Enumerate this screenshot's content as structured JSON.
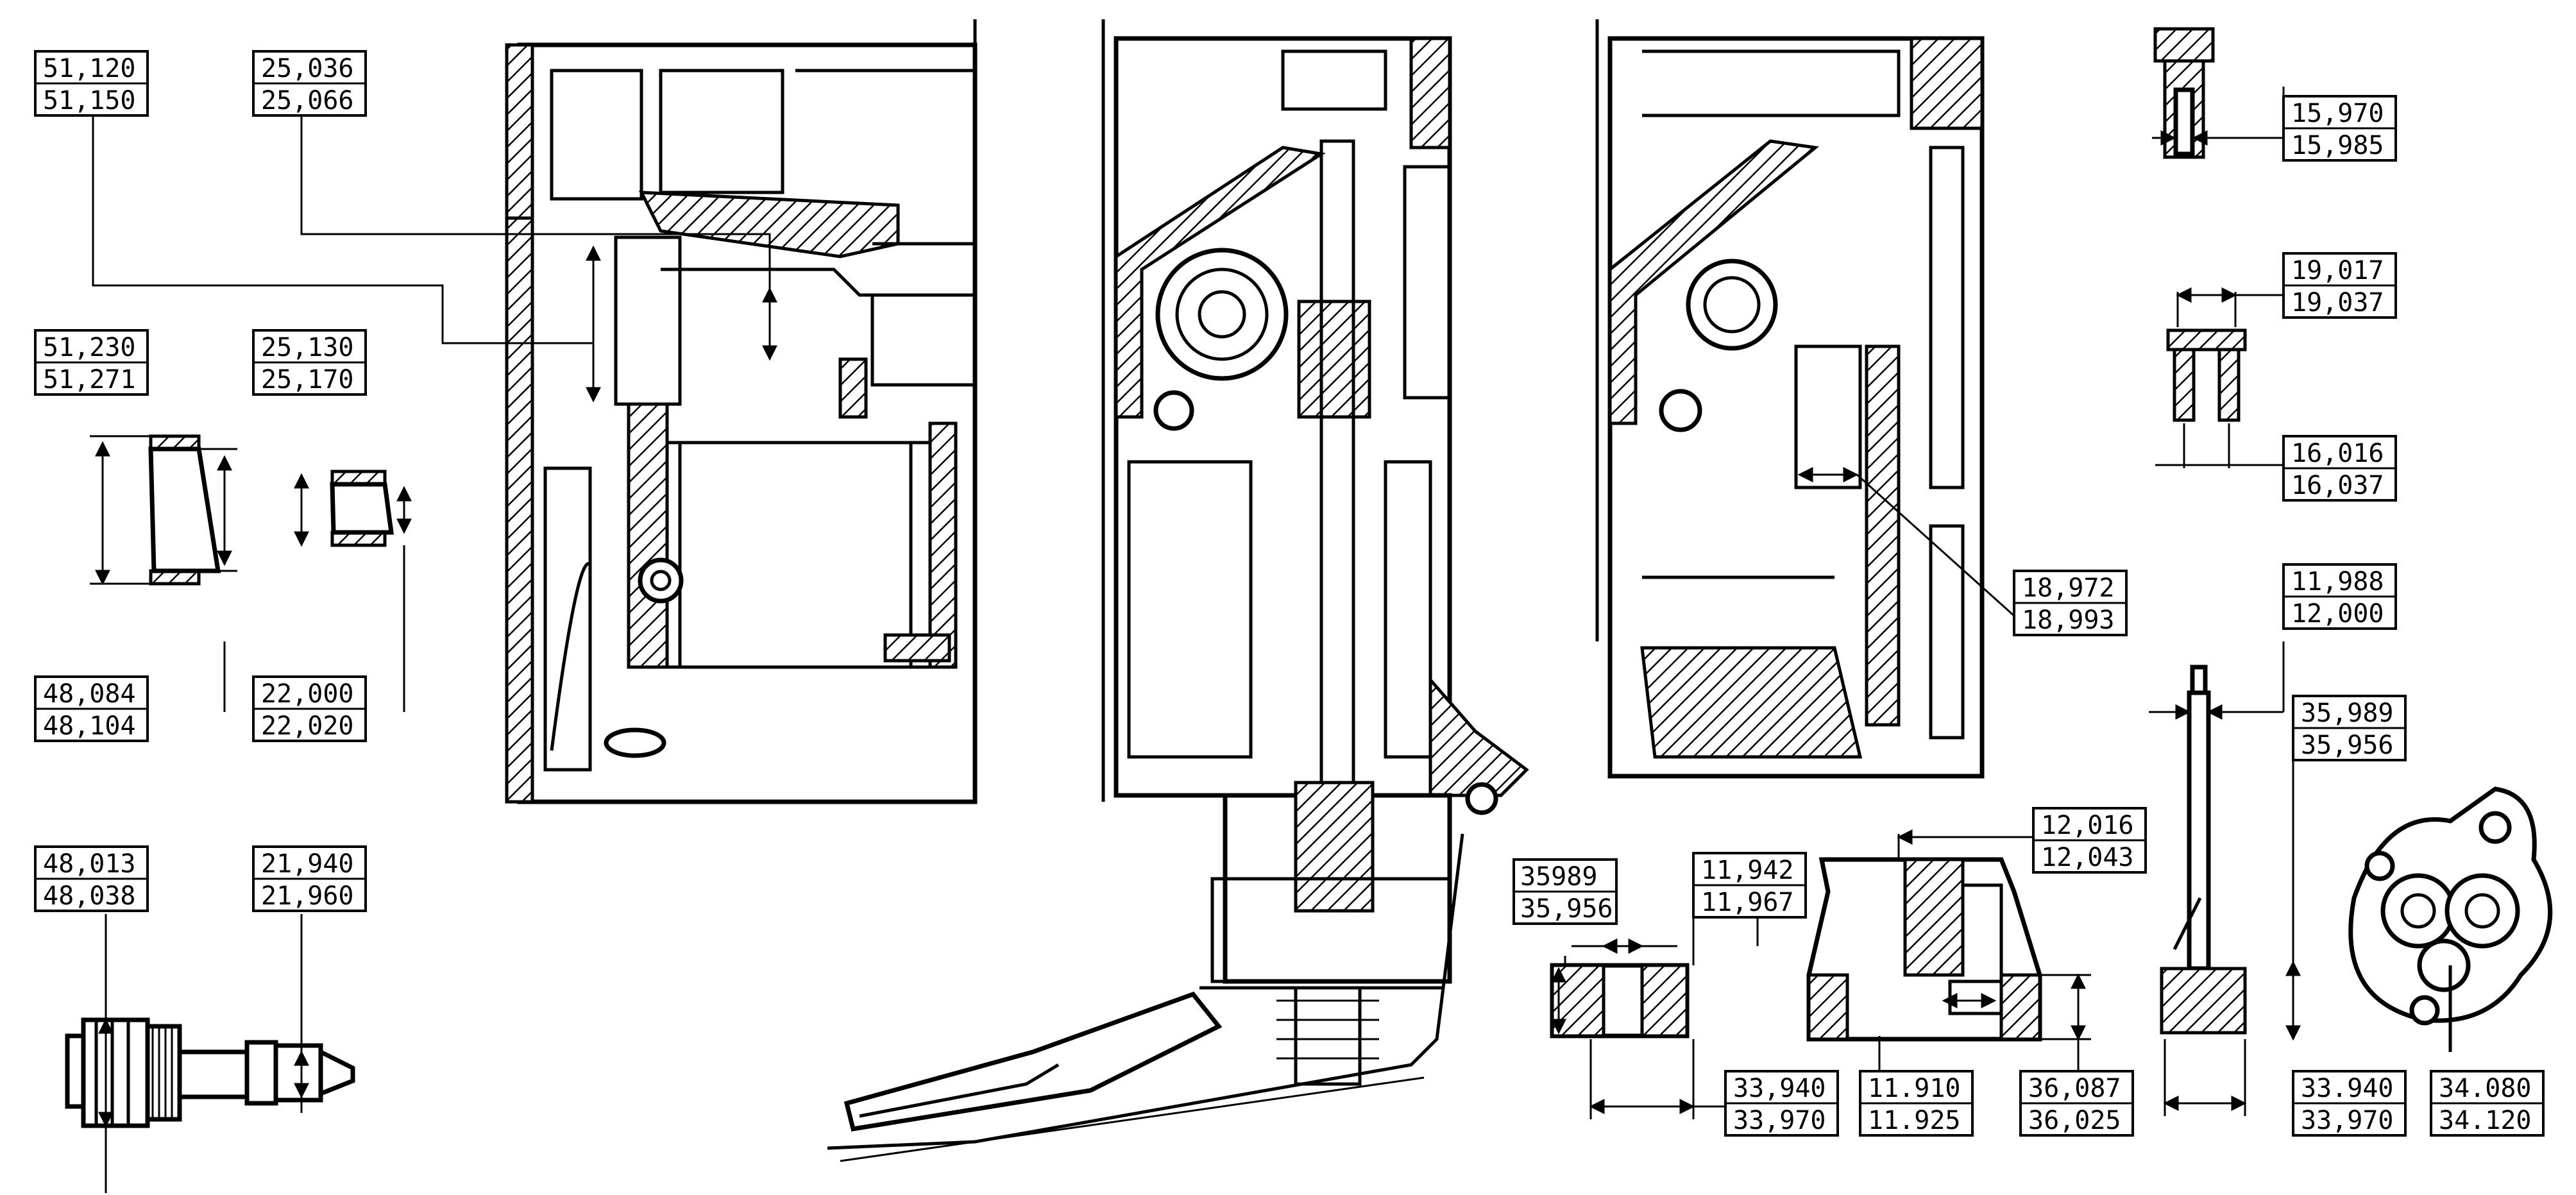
{
  "labels": [
    {
      "id": "d1",
      "top": "51,120",
      "bottom": "51,150"
    },
    {
      "id": "d2",
      "top": "25,036",
      "bottom": "25,066"
    },
    {
      "id": "d3",
      "top": "51,230",
      "bottom": "51,271"
    },
    {
      "id": "d4",
      "top": "25,130",
      "bottom": "25,170"
    },
    {
      "id": "d5",
      "top": "48,084",
      "bottom": "48,104"
    },
    {
      "id": "d6",
      "top": "22,000",
      "bottom": "22,020"
    },
    {
      "id": "d7",
      "top": "48,013",
      "bottom": "48,038"
    },
    {
      "id": "d8",
      "top": "21,940",
      "bottom": "21,960"
    },
    {
      "id": "d9",
      "top": "15,970",
      "bottom": "15,985"
    },
    {
      "id": "d10",
      "top": "19,017",
      "bottom": "19,037"
    },
    {
      "id": "d11",
      "top": "16,016",
      "bottom": "16,037"
    },
    {
      "id": "d12",
      "top": "18,972",
      "bottom": "18,993"
    },
    {
      "id": "d13",
      "top": "11,988",
      "bottom": "12,000"
    },
    {
      "id": "d14",
      "top": "35,989",
      "bottom": "35,956"
    },
    {
      "id": "d15",
      "top": "35989",
      "bottom": "35,956"
    },
    {
      "id": "d16",
      "top": "11,942",
      "bottom": "11,967"
    },
    {
      "id": "d17",
      "top": "12,016",
      "bottom": "12,043"
    },
    {
      "id": "d18",
      "top": "33,940",
      "bottom": "33,970"
    },
    {
      "id": "d19",
      "top": "11.910",
      "bottom": "11.925"
    },
    {
      "id": "d20",
      "top": "36,087",
      "bottom": "36,025"
    },
    {
      "id": "d21",
      "top": "33.940",
      "bottom": "33,970"
    },
    {
      "id": "d22",
      "top": "34.080",
      "bottom": "34.120"
    }
  ]
}
